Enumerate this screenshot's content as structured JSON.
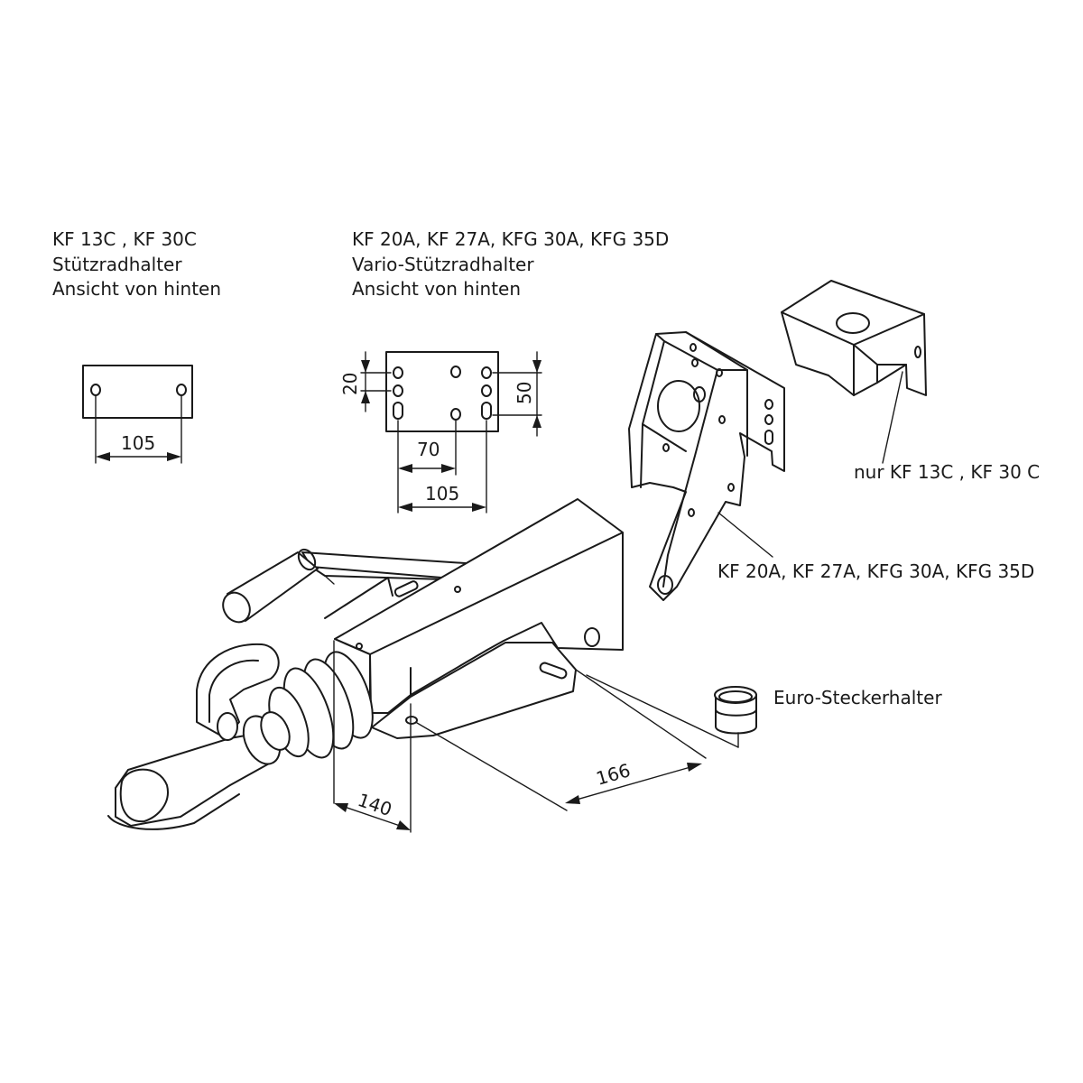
{
  "captions": {
    "left_block": {
      "line1": "KF 13C , KF 30C",
      "line2": "Stützradhalter",
      "line3": "Ansicht von hinten"
    },
    "right_block": {
      "line1": "KF 20A, KF 27A, KFG 30A, KFG 35D",
      "line2": "Vario-Stützradhalter",
      "line3": "Ansicht von hinten"
    },
    "bracket_small": "nur KF 13C , KF 30 C",
    "bracket_vario": "KF 20A, KF 27A, KFG 30A, KFG 35D",
    "plug_holder": "Euro-Steckerhalter"
  },
  "dimensions": {
    "left_hole_spacing": "105",
    "vario_vertical_small": "20",
    "vario_vertical_large": "50",
    "vario_horizontal_small": "70",
    "vario_horizontal_large": "105",
    "coupling_width": "140",
    "coupling_length": "166"
  }
}
